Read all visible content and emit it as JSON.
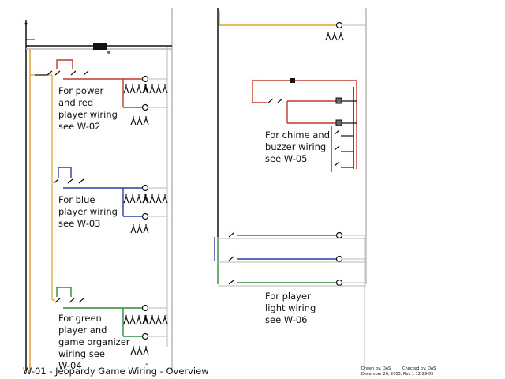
{
  "diagram": {
    "title": "W-01 - Jeopardy Game Wiring - Overview",
    "notes": {
      "power_red": "For power\nand red\nplayer wiring\nsee W-02",
      "blue": "For blue\nplayer wiring\nsee W-03",
      "green": "For green\nplayer and\ngame organizer\nwiring see\nW-04",
      "chime": "For chime and\nbuzzer wiring\nsee W-05",
      "player_light": "For player\nlight wiring\nsee W-06"
    },
    "drawn_by": "Drawn by: DAS",
    "checked_by": "Checked by: DAS",
    "date_rev": "December 26, 2005, Rev 1 12-29-05",
    "dash": "-"
  },
  "colors": {
    "red": "#c0392b",
    "blue": "#2c3e9e",
    "green": "#2e8b3a",
    "orange": "#e0a030",
    "black": "#111111",
    "gray": "#b8b8b8"
  }
}
